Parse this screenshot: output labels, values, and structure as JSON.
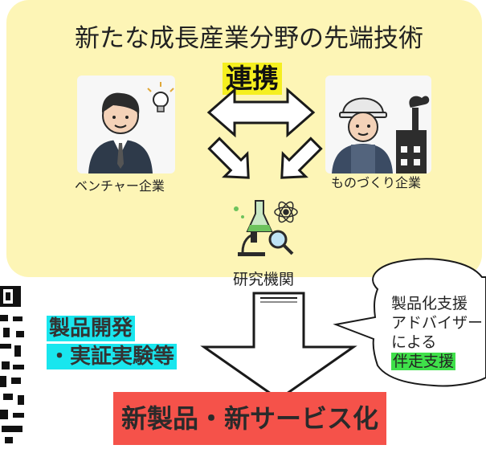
{
  "panel": {
    "title": "新たな成長産業分野の先端技術",
    "collaboration": "連携"
  },
  "nodes": {
    "venture": "ベンチャー企業",
    "manufacturing": "ものづくり企業",
    "research": "研究機関"
  },
  "process": {
    "line1": "製品開発",
    "line2": "・実証実験等"
  },
  "bubble": {
    "line1": "製品化支援",
    "line2": "アドバイザー",
    "line3": "による",
    "line4": "伴走支援"
  },
  "result": {
    "label": "新製品・新サービス化"
  },
  "colors": {
    "panel_bg": "#fdf5b6",
    "highlight_yellow": "#f5ef1f",
    "highlight_cyan": "#19e6ee",
    "highlight_green": "#3fe04a",
    "result_red": "#f5524a"
  },
  "icons": [
    "businessman-icon",
    "lightbulb-icon",
    "factory-worker-icon",
    "factory-icon",
    "lab-flask-icon",
    "atom-icon",
    "microscope-icon",
    "magnifier-icon",
    "qr-code-icon"
  ]
}
